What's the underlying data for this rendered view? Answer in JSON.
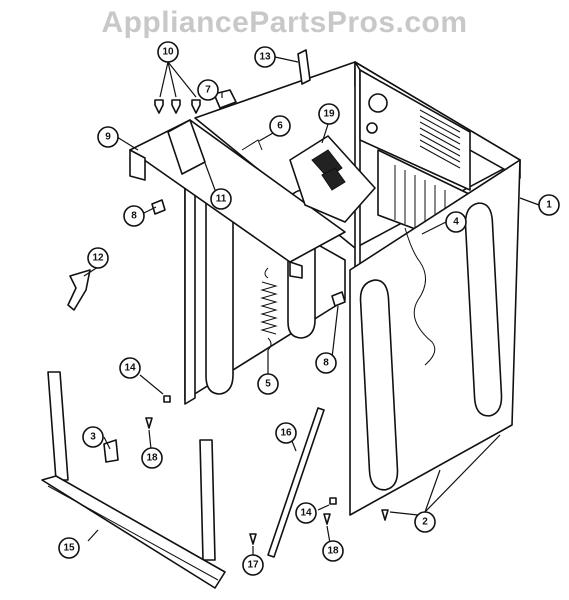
{
  "watermark": "AppliancePartsPros.com",
  "callouts": [
    {
      "id": "c1",
      "label": "1"
    },
    {
      "id": "c2",
      "label": "2"
    },
    {
      "id": "c3",
      "label": "3"
    },
    {
      "id": "c4",
      "label": "4"
    },
    {
      "id": "c5",
      "label": "5"
    },
    {
      "id": "c6",
      "label": "6"
    },
    {
      "id": "c7",
      "label": "7"
    },
    {
      "id": "c8a",
      "label": "8"
    },
    {
      "id": "c8b",
      "label": "8"
    },
    {
      "id": "c9",
      "label": "9"
    },
    {
      "id": "c10",
      "label": "10"
    },
    {
      "id": "c11",
      "label": "11"
    },
    {
      "id": "c12",
      "label": "12"
    },
    {
      "id": "c13",
      "label": "13"
    },
    {
      "id": "c14a",
      "label": "14"
    },
    {
      "id": "c14b",
      "label": "14"
    },
    {
      "id": "c15",
      "label": "15"
    },
    {
      "id": "c16",
      "label": "16"
    },
    {
      "id": "c17",
      "label": "17"
    },
    {
      "id": "c18a",
      "label": "18"
    },
    {
      "id": "c18b",
      "label": "18"
    },
    {
      "id": "c19",
      "label": "19"
    }
  ]
}
